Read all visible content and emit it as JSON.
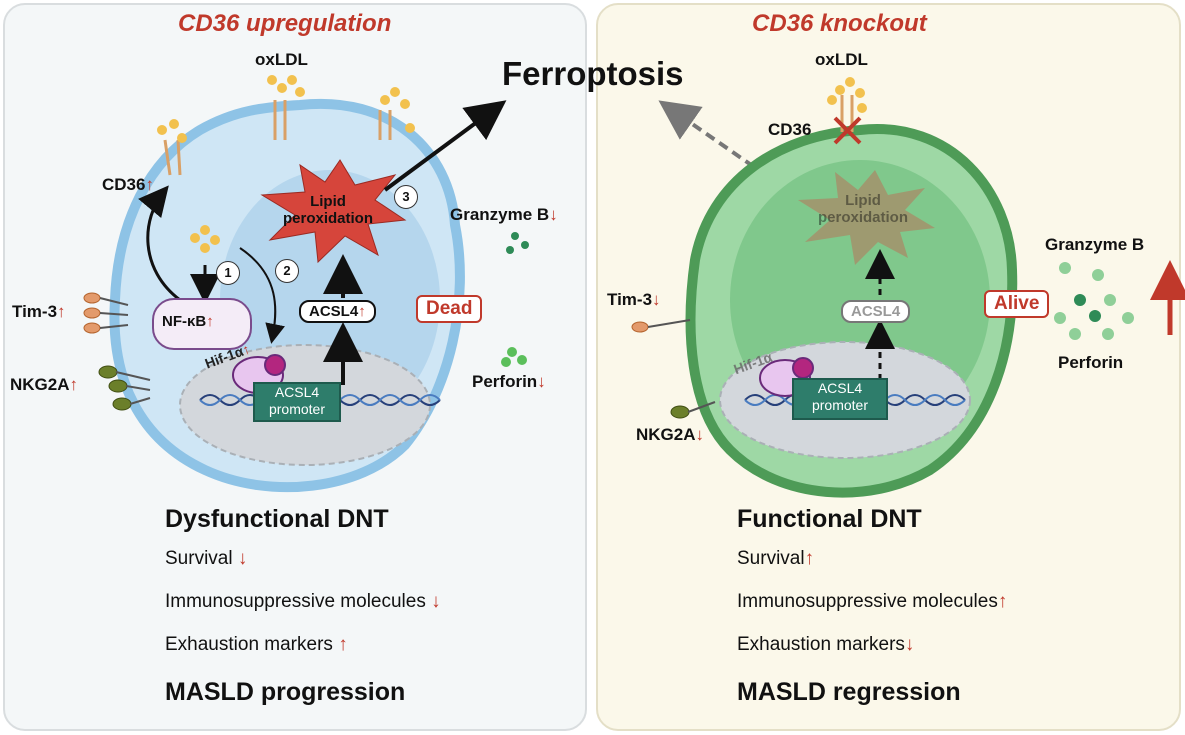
{
  "left": {
    "title": "CD36 upregulation",
    "oxldl": "oxLDL",
    "cd36": "CD36",
    "nfkb": "NF-κB",
    "tim3": "Tim-3",
    "nkg2a": "NKG2A",
    "hif": "Hif-1α",
    "promoter_line1": "ACSL4",
    "promoter_line2": "promoter",
    "acsl4": "ACSL4",
    "lipid_line1": "Lipid",
    "lipid_line2": "peroxidation",
    "granzyme": "Granzyme B",
    "perforin": "Perforin",
    "status": "Dead",
    "step1": "1",
    "step2": "2",
    "step3": "3",
    "heading": "Dysfunctional DNT",
    "items": [
      "Survival",
      "Immunosuppressive molecules",
      "Exhaustion markers"
    ],
    "item_arrows": [
      "↓",
      "↓",
      "↑"
    ],
    "outcome": "MASLD progression"
  },
  "right": {
    "title": "CD36 knockout",
    "oxldl": "oxLDL",
    "cd36": "CD36",
    "tim3": "Tim-3",
    "nkg2a": "NKG2A",
    "hif": "Hif-1α",
    "promoter_line1": "ACSL4",
    "promoter_line2": "promoter",
    "acsl4": "ACSL4",
    "lipid_line1": "Lipid",
    "lipid_line2": "peroxidation",
    "granzyme": "Granzyme B",
    "perforin": "Perforin",
    "status": "Alive",
    "heading": "Functional DNT",
    "items": [
      "Survival",
      "Immunosuppressive molecules",
      "Exhaustion markers"
    ],
    "item_arrows": [
      "↑",
      "↑",
      "↓"
    ],
    "outcome": "MASLD regression"
  },
  "ferroptosis": "Ferroptosis",
  "marks": {
    "up": "↑",
    "down": "↓"
  },
  "colors": {
    "accent_red": "#c0392b",
    "dead_cell": "#b9dcf0",
    "alive_cell": "#8fcf98",
    "promoter": "#2e7d6b"
  }
}
